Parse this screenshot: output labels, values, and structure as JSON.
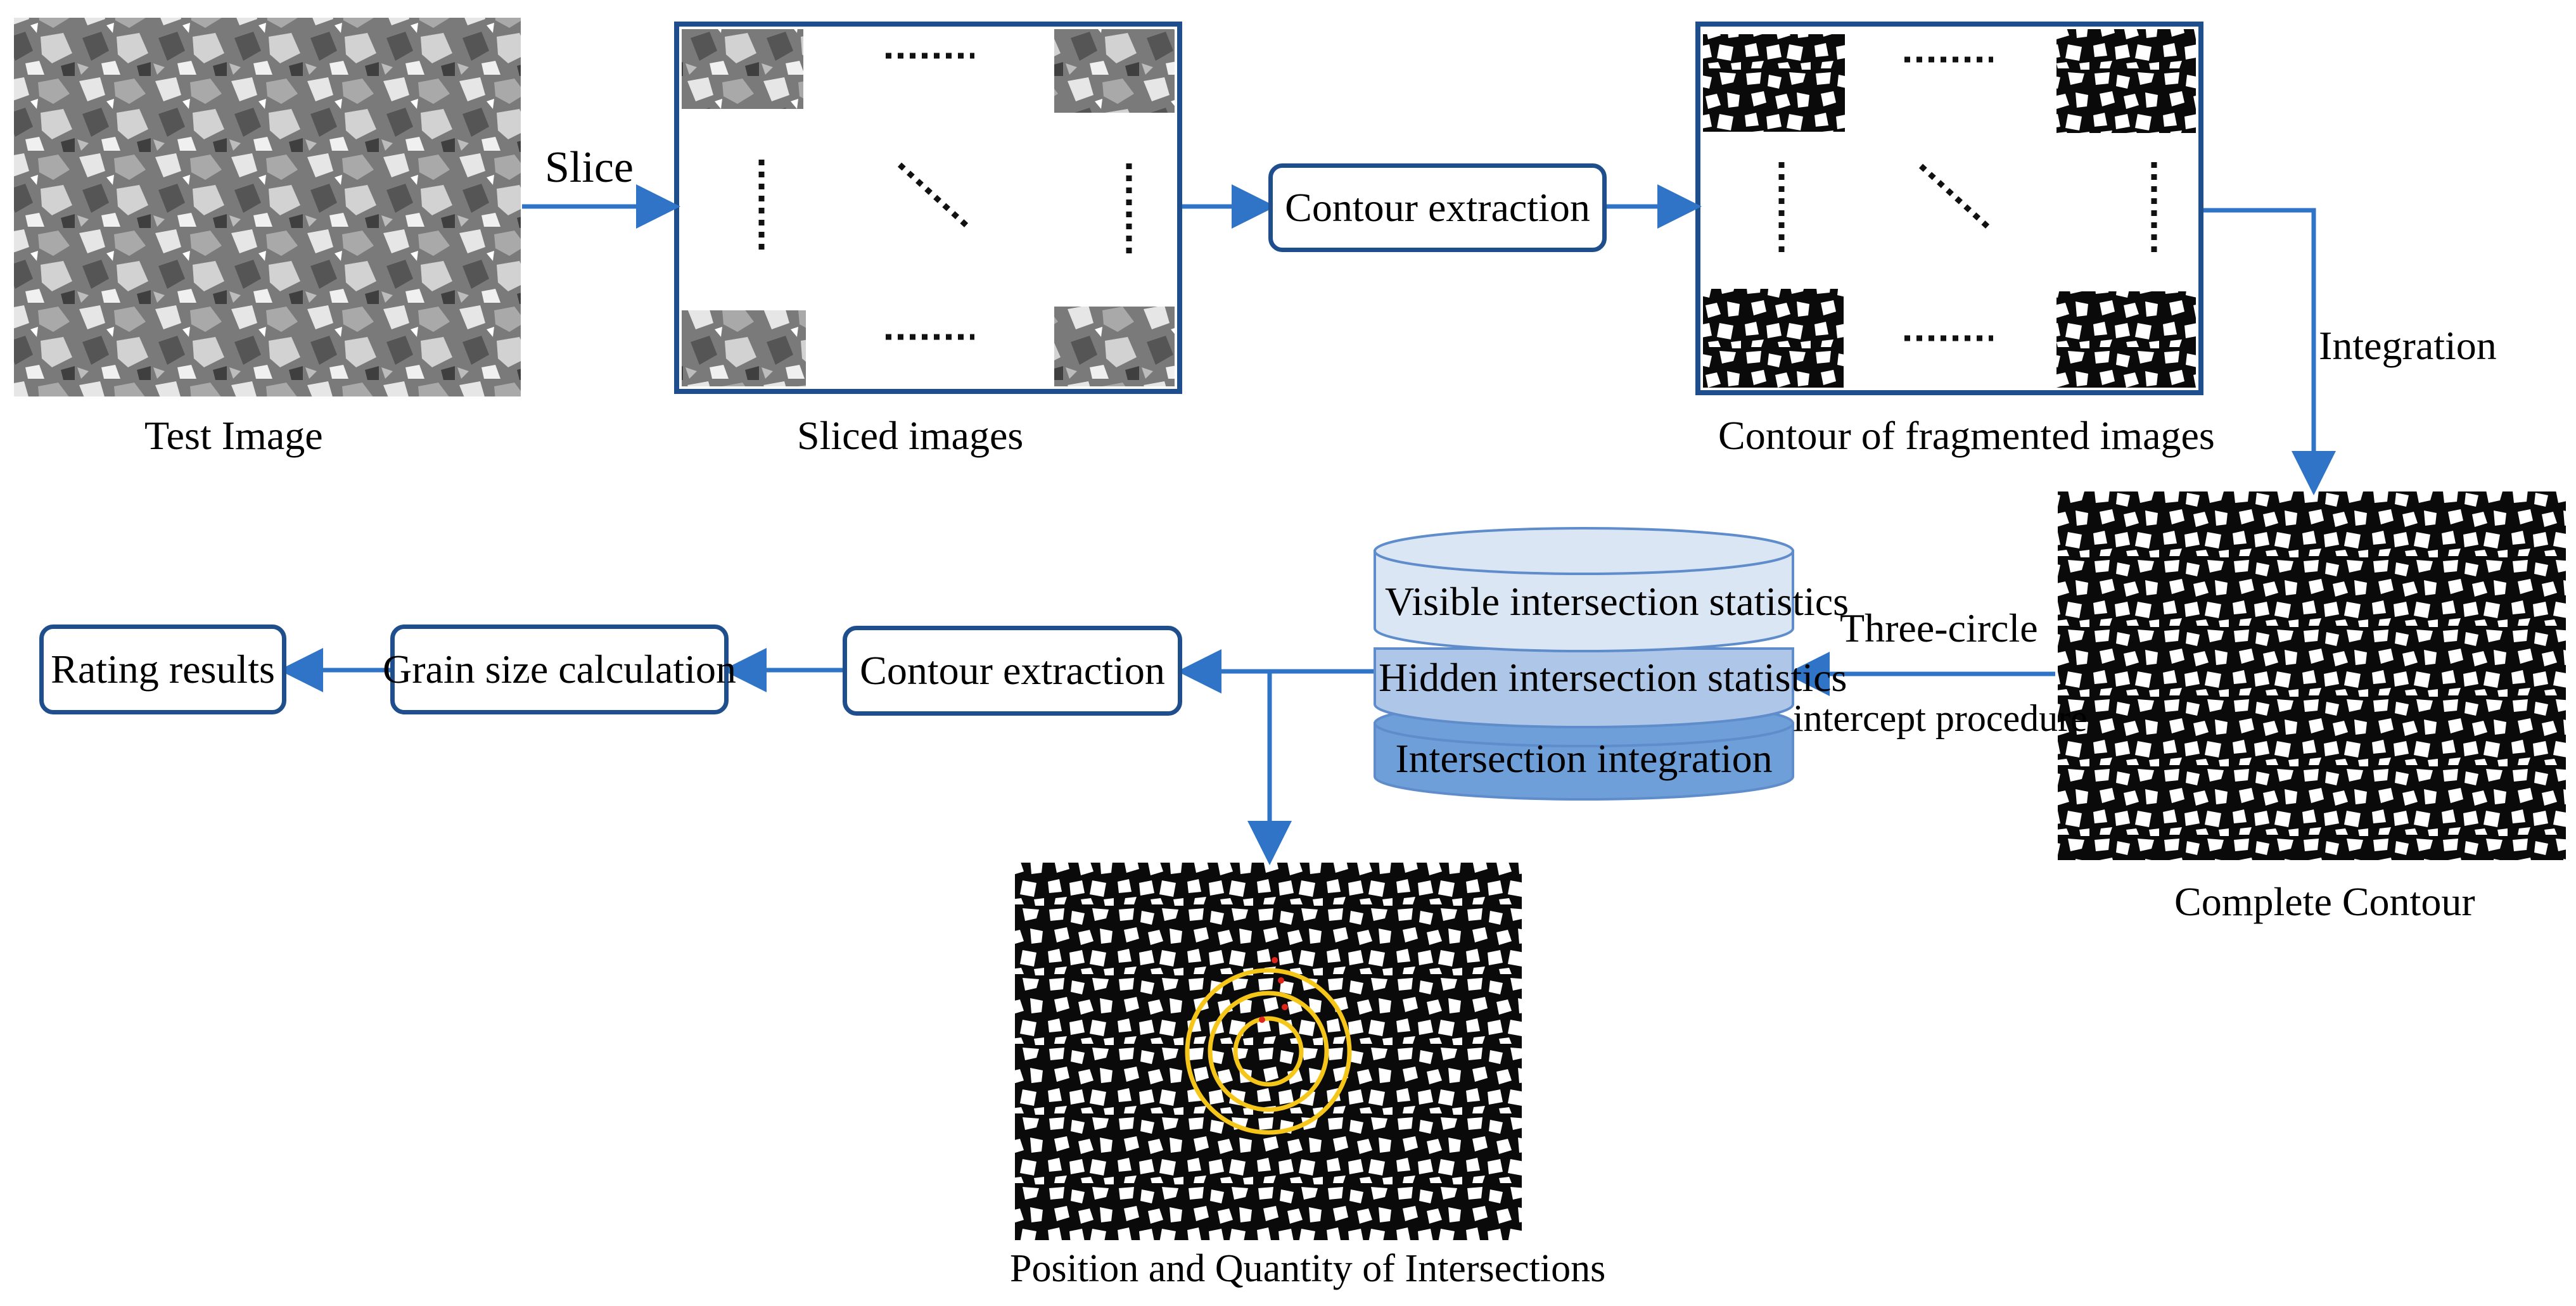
{
  "figure": {
    "inputs": {
      "test_image": "Test Image",
      "sliced_images": "Sliced images",
      "contour_fragmented": "Contour of fragmented images",
      "complete_contour": "Complete Contour",
      "intersections": "Position and Quantity of Intersections"
    },
    "edges": {
      "slice": "Slice",
      "integration": "Integration",
      "three_circle_1": "Three-circle",
      "three_circle_2": "intercept procedure"
    },
    "process_boxes": {
      "contour_extraction_top": "Contour extraction",
      "contour_extraction_bottom": "Contour extraction",
      "grain_size": "Grain size calculation",
      "rating": "Rating results"
    },
    "database": {
      "layer1": "Visible intersection statistics",
      "layer2": "Hidden intersection statistics",
      "layer3": "Intersection integration"
    },
    "colors": {
      "arrow": "#2f74c6",
      "frame": "#1f4e8c",
      "db_layer1": "#dbe6f4",
      "db_layer2": "#aec6e8",
      "db_layer3": "#6f9fd8",
      "db_edge": "#5f8ccb",
      "circle": "#f5c518"
    }
  }
}
